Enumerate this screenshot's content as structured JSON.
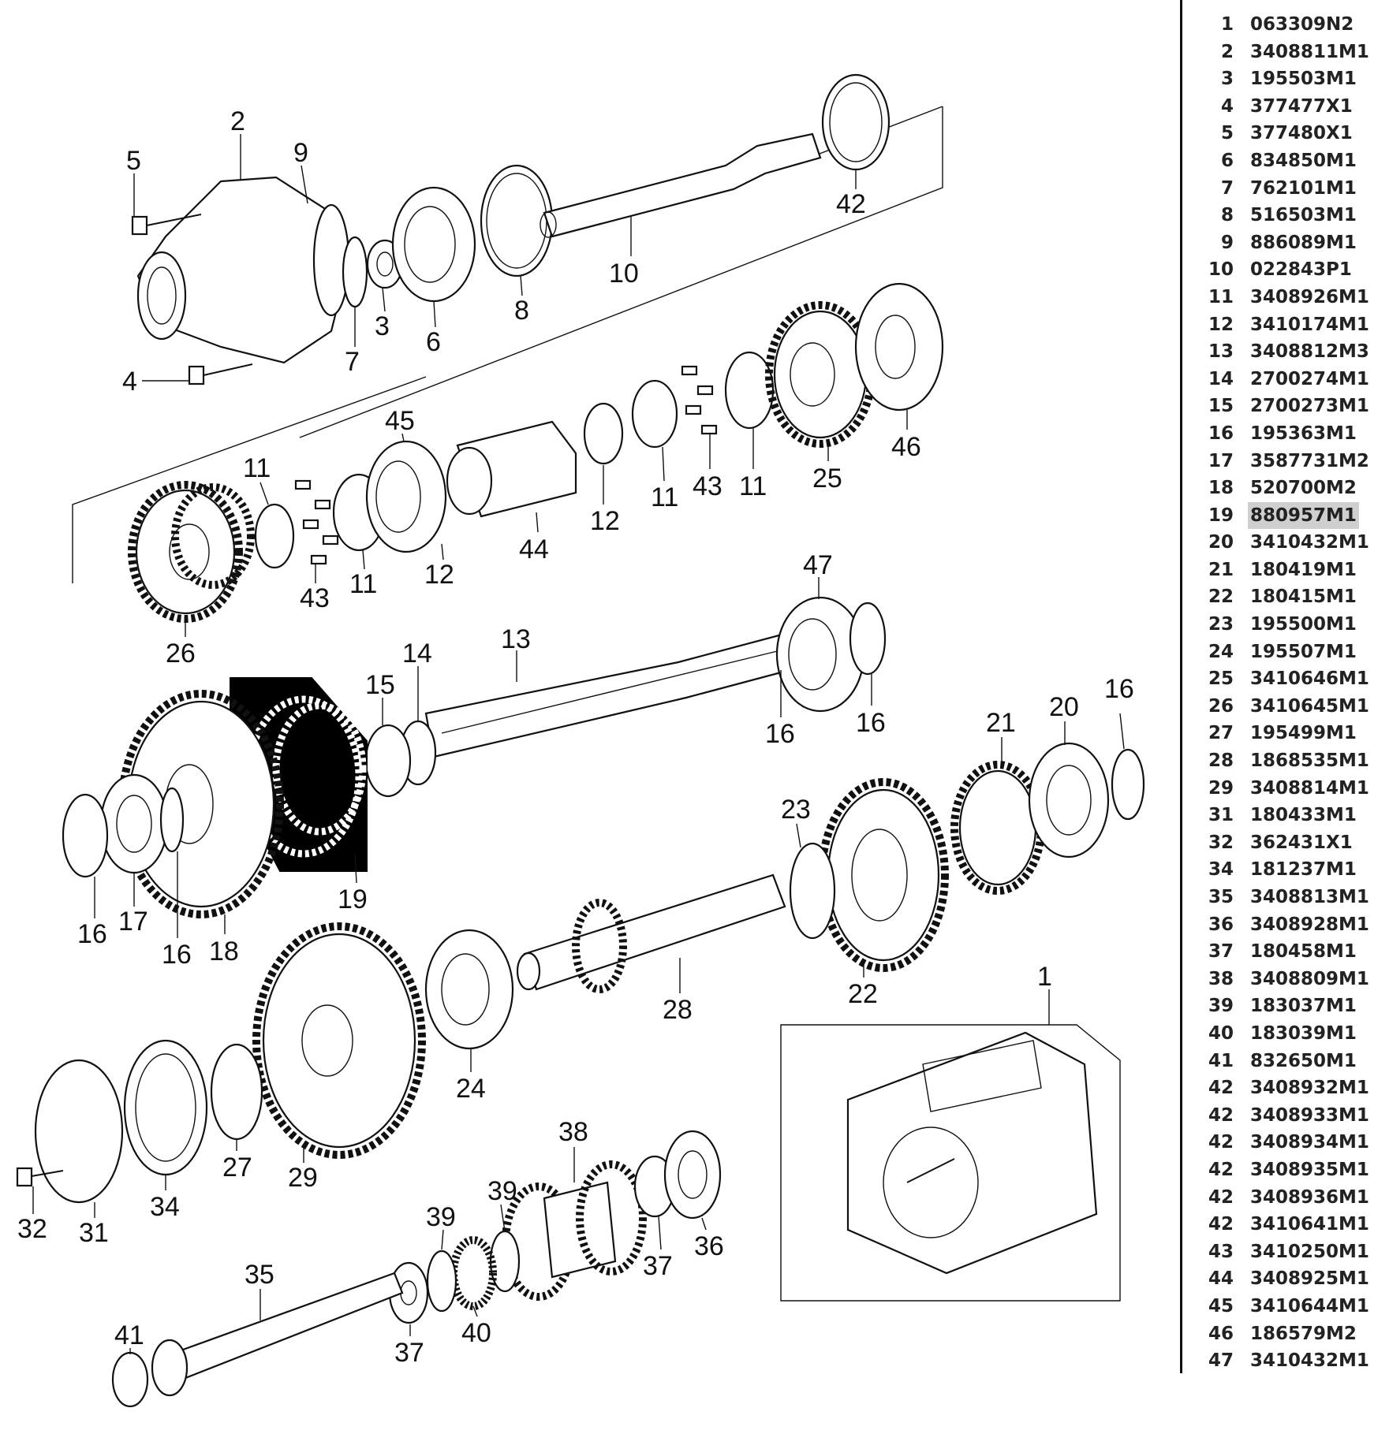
{
  "parts_list": [
    {
      "no": "1",
      "part": "063309N2"
    },
    {
      "no": "2",
      "part": "3408811M1"
    },
    {
      "no": "3",
      "part": "195503M1"
    },
    {
      "no": "4",
      "part": "377477X1"
    },
    {
      "no": "5",
      "part": "377480X1"
    },
    {
      "no": "6",
      "part": "834850M1"
    },
    {
      "no": "7",
      "part": "762101M1"
    },
    {
      "no": "8",
      "part": "516503M1"
    },
    {
      "no": "9",
      "part": "886089M1"
    },
    {
      "no": "10",
      "part": "022843P1"
    },
    {
      "no": "11",
      "part": "3408926M1"
    },
    {
      "no": "12",
      "part": "3410174M1"
    },
    {
      "no": "13",
      "part": "3408812M3"
    },
    {
      "no": "14",
      "part": "2700274M1"
    },
    {
      "no": "15",
      "part": "2700273M1"
    },
    {
      "no": "16",
      "part": "195363M1"
    },
    {
      "no": "17",
      "part": "3587731M2"
    },
    {
      "no": "18",
      "part": "520700M2"
    },
    {
      "no": "19",
      "part": "880957M1",
      "selected": true
    },
    {
      "no": "20",
      "part": "3410432M1"
    },
    {
      "no": "21",
      "part": "180419M1"
    },
    {
      "no": "22",
      "part": "180415M1"
    },
    {
      "no": "23",
      "part": "195500M1"
    },
    {
      "no": "24",
      "part": "195507M1"
    },
    {
      "no": "25",
      "part": "3410646M1"
    },
    {
      "no": "26",
      "part": "3410645M1"
    },
    {
      "no": "27",
      "part": "195499M1"
    },
    {
      "no": "28",
      "part": "1868535M1"
    },
    {
      "no": "29",
      "part": "3408814M1"
    },
    {
      "no": "31",
      "part": "180433M1"
    },
    {
      "no": "32",
      "part": "362431X1"
    },
    {
      "no": "34",
      "part": "181237M1"
    },
    {
      "no": "35",
      "part": "3408813M1"
    },
    {
      "no": "36",
      "part": "3408928M1"
    },
    {
      "no": "37",
      "part": "180458M1"
    },
    {
      "no": "38",
      "part": "3408809M1"
    },
    {
      "no": "39",
      "part": "183037M1"
    },
    {
      "no": "40",
      "part": "183039M1"
    },
    {
      "no": "41",
      "part": "832650M1"
    },
    {
      "no": "42",
      "part": "3408932M1"
    },
    {
      "no": "42",
      "part": "3408933M1"
    },
    {
      "no": "42",
      "part": "3408934M1"
    },
    {
      "no": "42",
      "part": "3408935M1"
    },
    {
      "no": "42",
      "part": "3408936M1"
    },
    {
      "no": "42",
      "part": "3410641M1"
    },
    {
      "no": "43",
      "part": "3410250M1"
    },
    {
      "no": "44",
      "part": "3408925M1"
    },
    {
      "no": "45",
      "part": "3410644M1"
    },
    {
      "no": "46",
      "part": "186579M2"
    },
    {
      "no": "47",
      "part": "3410432M1"
    }
  ],
  "callouts": {
    "c1": "1",
    "c2": "2",
    "c3": "3",
    "c4": "4",
    "c5": "5",
    "c6": "6",
    "c7": "7",
    "c8": "8",
    "c9": "9",
    "c10": "10",
    "c11a": "11",
    "c11b": "11",
    "c11c": "11",
    "c11d": "11",
    "c12a": "12",
    "c12b": "12",
    "c13": "13",
    "c14": "14",
    "c15": "15",
    "c16a": "16",
    "c16b": "16",
    "c16c": "16",
    "c16d": "16",
    "c16e": "16",
    "c17": "17",
    "c18": "18",
    "c19": "19",
    "c20": "20",
    "c21": "21",
    "c22": "22",
    "c23": "23",
    "c24": "24",
    "c25": "25",
    "c26": "26",
    "c27": "27",
    "c28": "28",
    "c29": "29",
    "c31": "31",
    "c32": "32",
    "c34": "34",
    "c35": "35",
    "c36": "36",
    "c37a": "37",
    "c37b": "37",
    "c38": "38",
    "c39a": "39",
    "c39b": "39",
    "c40": "40",
    "c41": "41",
    "c42": "42",
    "c43a": "43",
    "c43b": "43",
    "c44": "44",
    "c45": "45",
    "c46": "46",
    "c47": "47"
  },
  "selected_part_no": "19"
}
